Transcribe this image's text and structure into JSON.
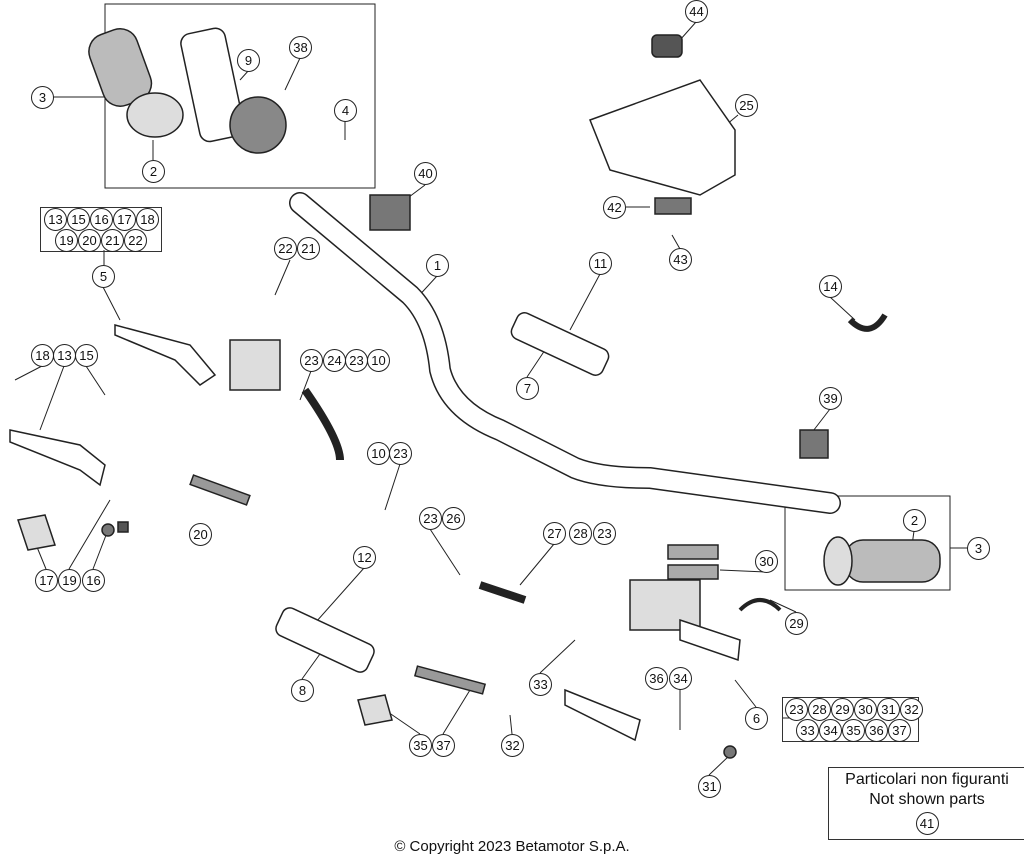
{
  "callouts": [
    "3",
    "2",
    "9",
    "38",
    "4",
    "40",
    "44",
    "25",
    "42",
    "43",
    "5",
    "22",
    "21",
    "1",
    "11",
    "14",
    "18",
    "13",
    "15",
    "23",
    "24",
    "23",
    "10",
    "7",
    "39",
    "10",
    "23",
    "20",
    "23",
    "26",
    "27",
    "28",
    "23",
    "30",
    "2",
    "3",
    "12",
    "29",
    "8",
    "33",
    "36",
    "34",
    "6",
    "35",
    "37",
    "32",
    "31",
    "17",
    "19",
    "16"
  ],
  "kit_left": [
    "13",
    "15",
    "16",
    "17",
    "18",
    "19",
    "20",
    "21",
    "22"
  ],
  "kit_right": [
    "23",
    "28",
    "29",
    "30",
    "31",
    "32",
    "33",
    "34",
    "35",
    "36",
    "37"
  ],
  "note": {
    "line1": "Particolari non figuranti",
    "line2": "Not shown parts",
    "number": "41"
  },
  "copyright": "© Copyright 2023 Betamotor S.p.A."
}
